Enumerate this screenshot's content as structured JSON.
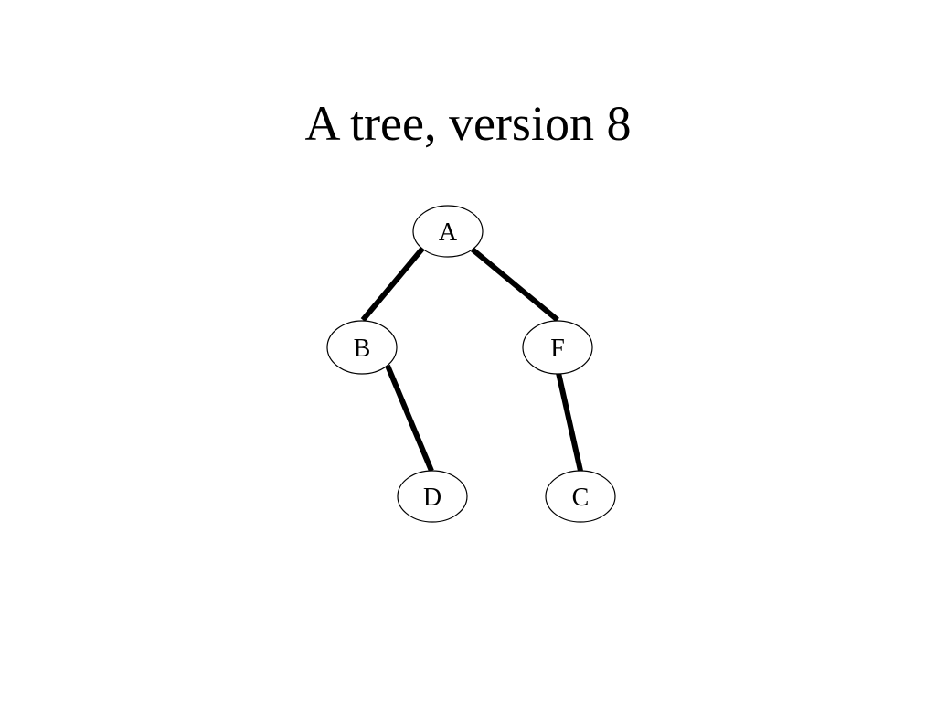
{
  "slide": {
    "title": "A tree, version 8"
  },
  "tree": {
    "nodes": [
      {
        "id": "A",
        "label": "A"
      },
      {
        "id": "B",
        "label": "B"
      },
      {
        "id": "F",
        "label": "F"
      },
      {
        "id": "D",
        "label": "D"
      },
      {
        "id": "C",
        "label": "C"
      }
    ],
    "edges": [
      {
        "from": "A",
        "to": "B"
      },
      {
        "from": "A",
        "to": "F"
      },
      {
        "from": "B",
        "to": "D"
      },
      {
        "from": "F",
        "to": "C"
      }
    ]
  }
}
